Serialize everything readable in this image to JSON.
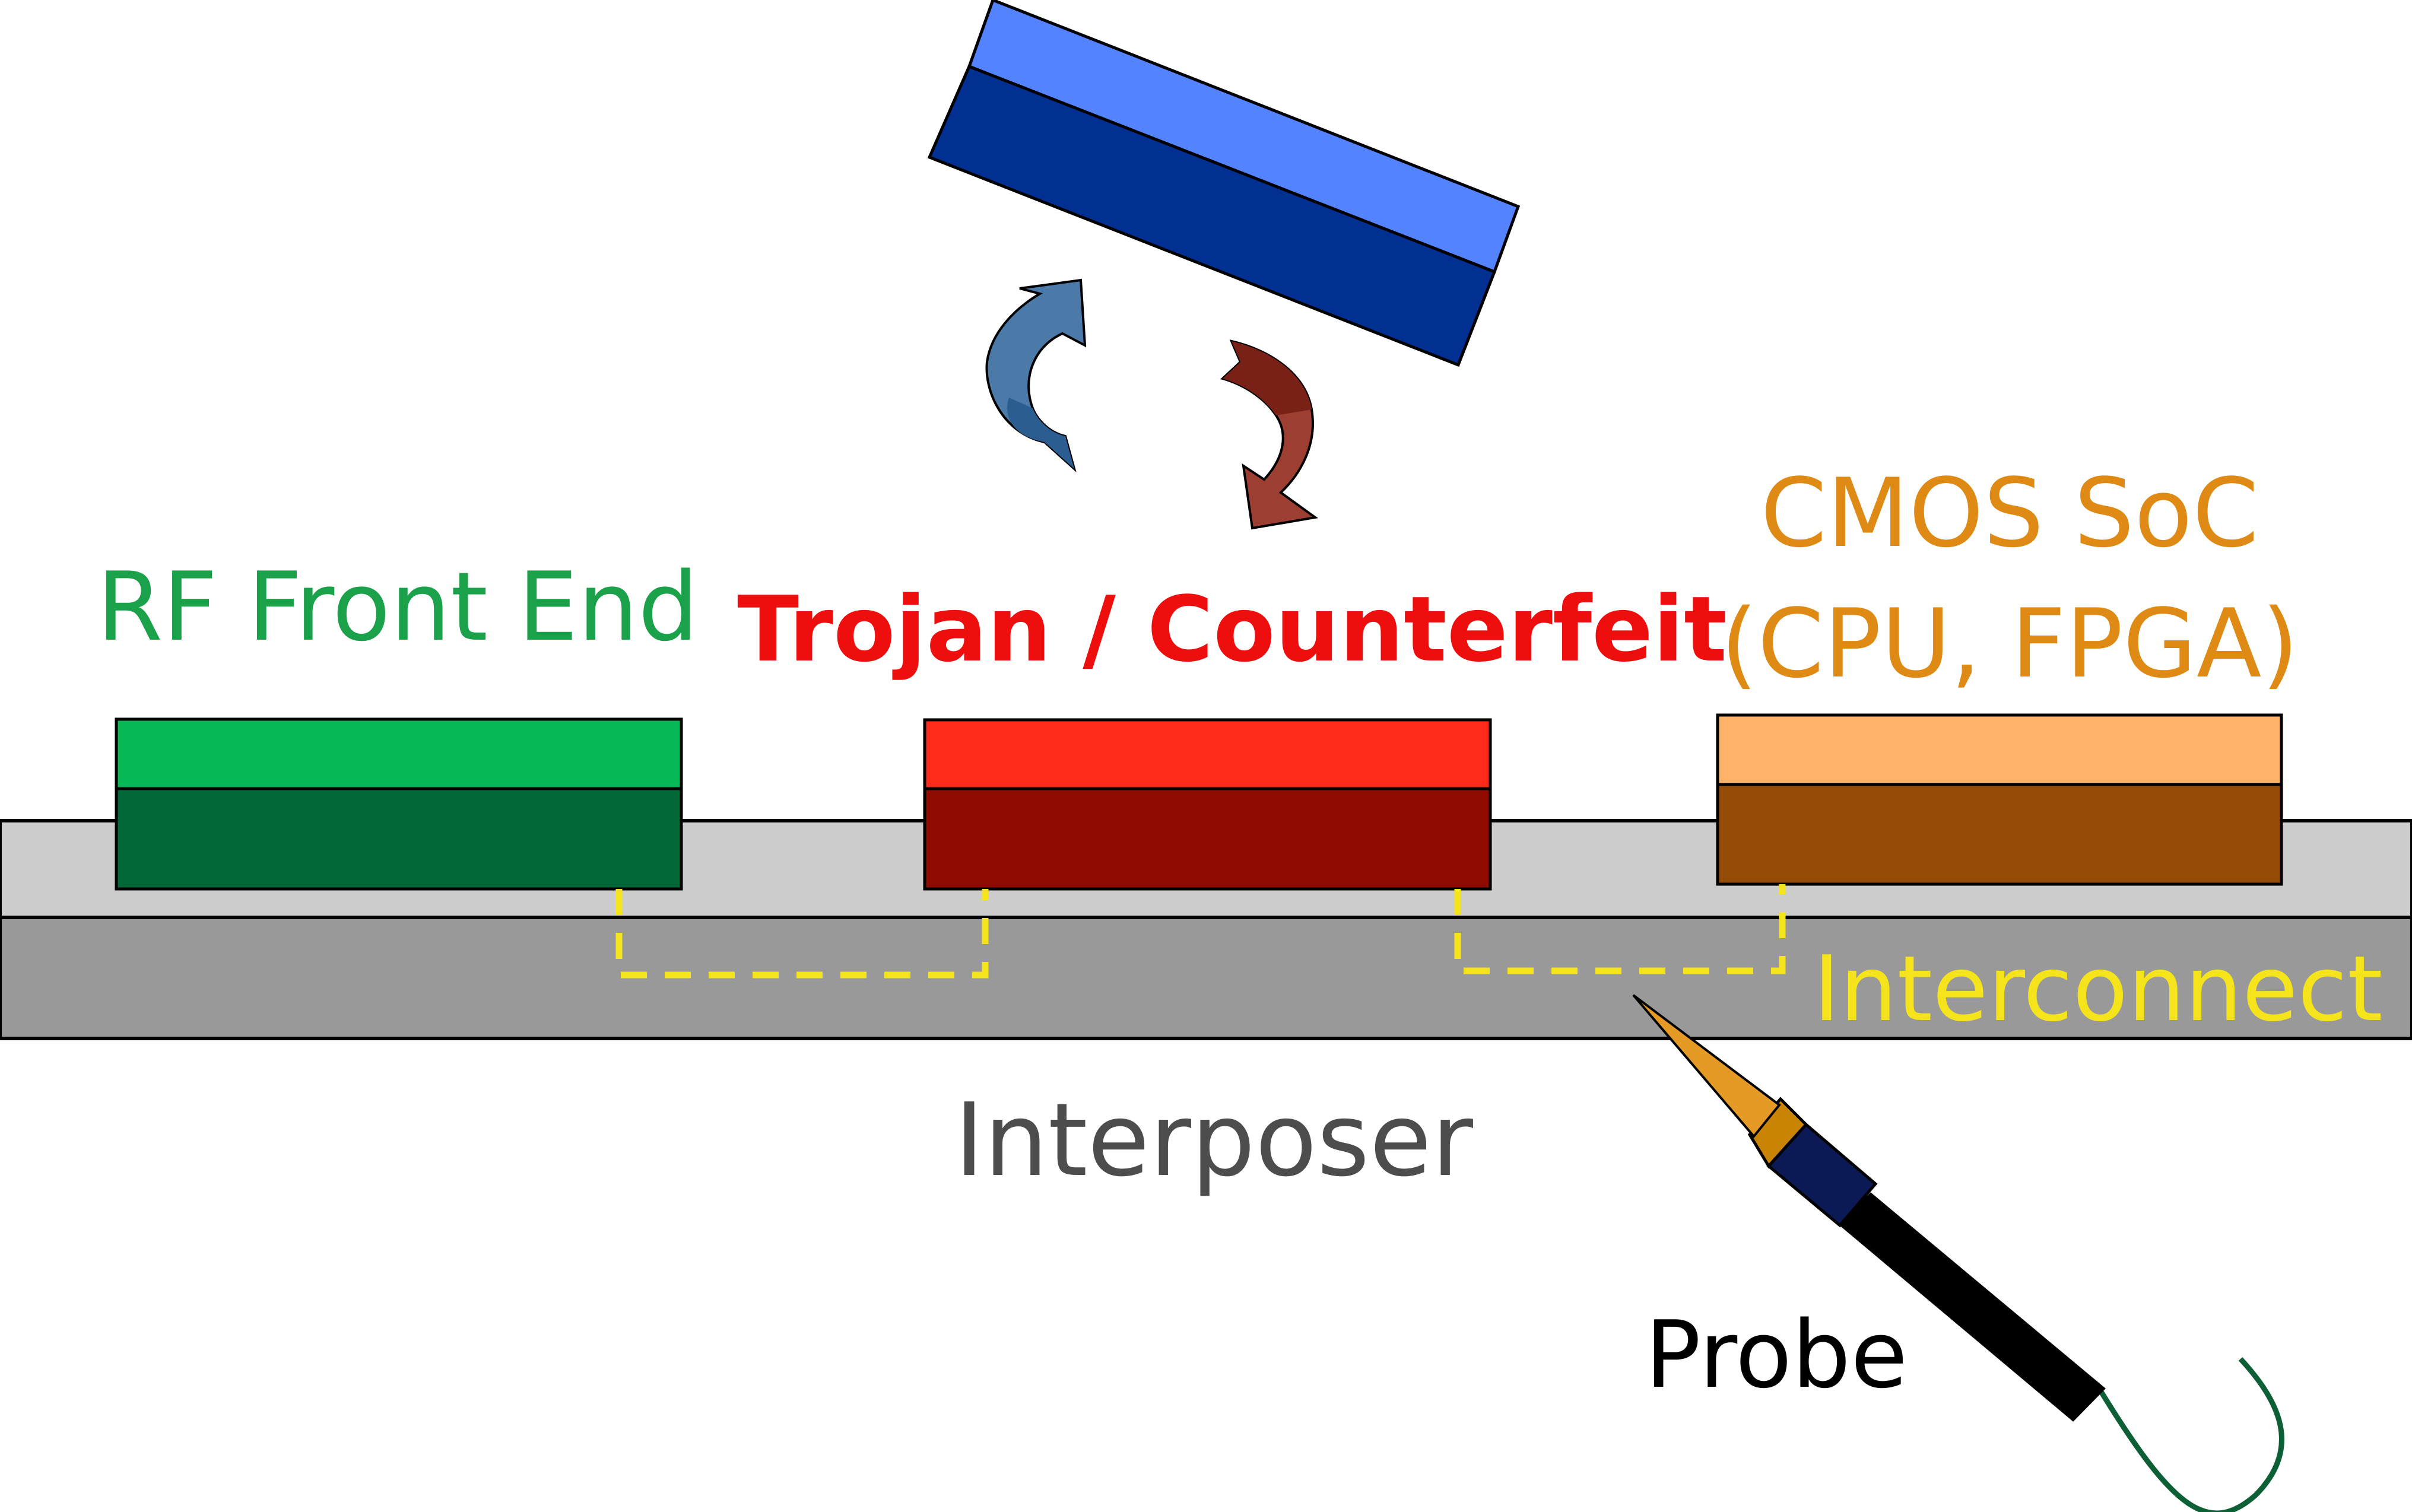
{
  "labels": {
    "rf": "RF Front End",
    "trojan": "Trojan / Counterfeit",
    "cmos_line1": "CMOS SoC",
    "cmos_line2": "(CPU, FPGA)",
    "interconnect": "Interconnect",
    "interposer": "Interposer",
    "probe": "Probe"
  },
  "colors": {
    "rf_label": "#1aa14a",
    "rf_top": "#07b857",
    "rf_bottom": "#026838",
    "trojan_label": "#ef0e0e",
    "trojan_top": "#ff2a1a",
    "trojan_bottom": "#8f0b00",
    "cmos_label": "#e08a16",
    "cmos_top": "#ffb46a",
    "cmos_bottom": "#934b05",
    "substrate_top": "#cccccc",
    "substrate_bottom": "#999999",
    "interconnect": "#f5e31b",
    "interposer_label": "#4d4d4d",
    "lifted_top": "#5483ff",
    "lifted_bottom": "#012f92",
    "arrow_blue": "#4b79a8",
    "arrow_red": "#9c3e32",
    "probe_tip": "#e59a26",
    "probe_collar": "#c98406",
    "probe_neck": "#0b1a55",
    "probe_body": "#000000",
    "probe_wire": "#0d6035"
  },
  "icons": {
    "swap_arrows": "swap-arrows-icon",
    "probe": "probe-icon"
  }
}
